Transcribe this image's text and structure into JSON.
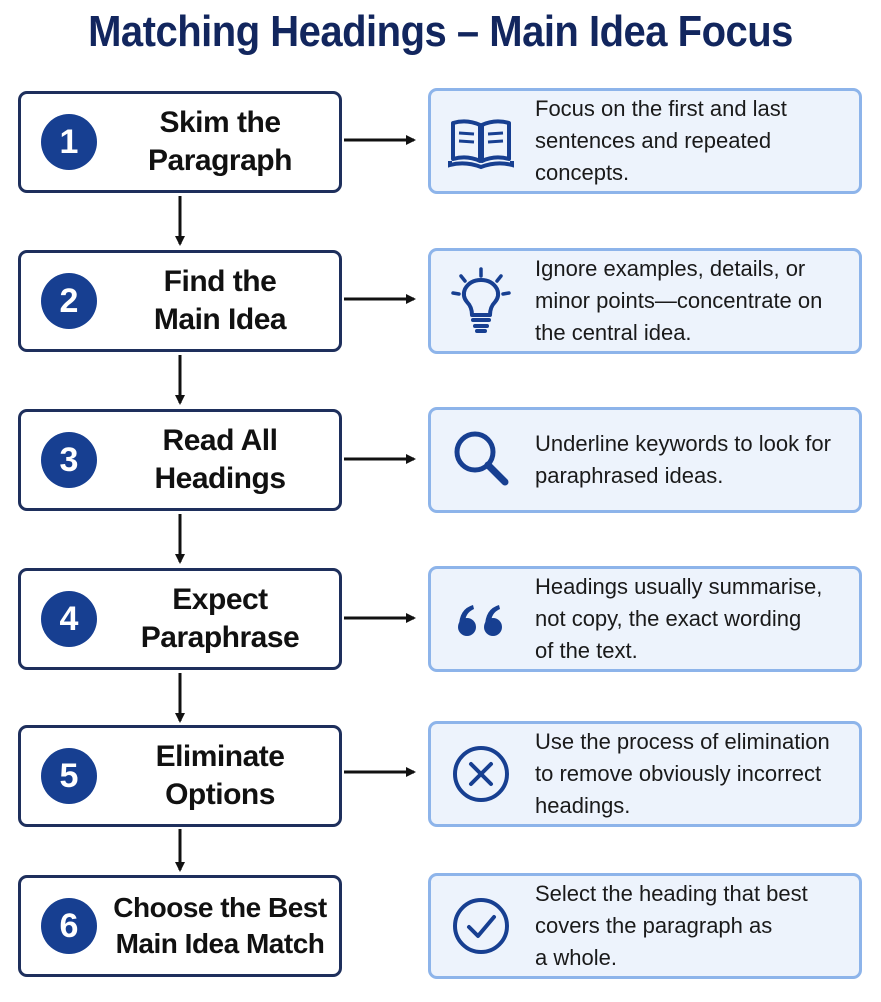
{
  "title": "Matching Headings – Main Idea Focus",
  "colors": {
    "title": "#12265e",
    "number_circle": "#173f91",
    "step_border": "#1e2f5c",
    "info_border": "#8db4ea",
    "info_background": "#edf3fc",
    "icon": "#173f91"
  },
  "steps": [
    {
      "number": "1",
      "title": "Skim the\nParagraph",
      "tip": "Focus on the first and last\nsentences and repeated concepts.",
      "icon": "open-book-icon"
    },
    {
      "number": "2",
      "title": "Find the\nMain Idea",
      "tip": "Ignore examples, details, or\nminor points—concentrate on\nthe central idea.",
      "icon": "lightbulb-icon"
    },
    {
      "number": "3",
      "title": "Read All\nHeadings",
      "tip": "Underline keywords to look for\nparaphrased ideas.",
      "icon": "magnifier-icon"
    },
    {
      "number": "4",
      "title": "Expect\nParaphrase",
      "tip": "Headings usually summarise,\nnot copy, the exact wording\nof the text.",
      "icon": "quote-icon"
    },
    {
      "number": "5",
      "title": "Eliminate\nOptions",
      "tip": "Use the process of elimination\nto remove obviously incorrect\nheadings.",
      "icon": "x-circle-icon"
    },
    {
      "number": "6",
      "title": "Choose the Best\nMain Idea Match",
      "tip": "Select the heading that best\ncovers the paragraph as\na whole.",
      "icon": "check-circle-icon"
    }
  ]
}
